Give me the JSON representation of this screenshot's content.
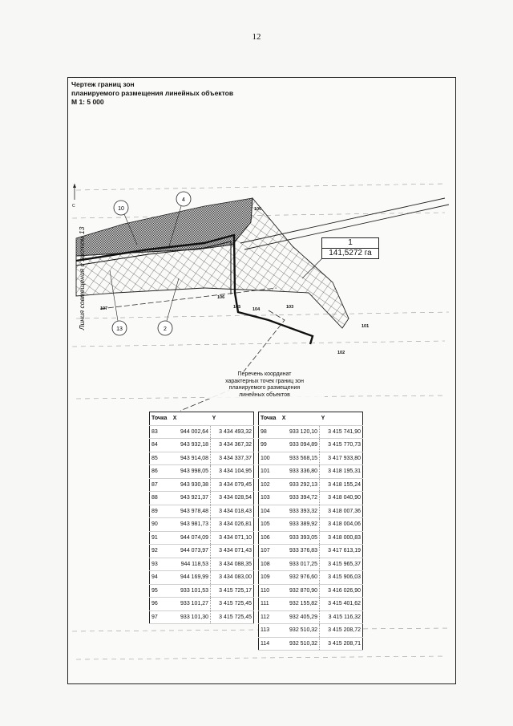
{
  "page_number": "12",
  "title": {
    "line1": "Чертеж границ зон",
    "line2": "планируемого размещения линейных объектов",
    "scale": "М 1: 5 000"
  },
  "side_caption": "Линия совмещения с листом 13",
  "north_arrow": "С",
  "callouts": {
    "c10": "10",
    "c4": "4",
    "c13": "13",
    "c2": "2"
  },
  "point_labels": {
    "p100": "100",
    "p101": "101",
    "p102": "102",
    "p103": "103",
    "p104": "104",
    "p105": "105",
    "p106": "106",
    "p107": "107"
  },
  "zone_label": {
    "number": "1",
    "area": "141,5272 га"
  },
  "list_caption": {
    "line1": "Перечень координат",
    "line2": "характерных точек границ зон",
    "line3": "планируемого размещения",
    "line4": "линейных объектов"
  },
  "table_headers": {
    "point": "Точка",
    "x": "X",
    "y": "Y"
  },
  "table_left": [
    [
      "83",
      "944 002,64",
      "3 434 493,32"
    ],
    [
      "84",
      "943 932,18",
      "3 434 367,32"
    ],
    [
      "85",
      "943 914,08",
      "3 434 337,37"
    ],
    [
      "86",
      "943 998,05",
      "3 434 104,95"
    ],
    [
      "87",
      "943 930,38",
      "3 434 079,45"
    ],
    [
      "88",
      "943 921,37",
      "3 434 028,54"
    ],
    [
      "89",
      "943 978,48",
      "3 434 018,43"
    ],
    [
      "90",
      "943 981,73",
      "3 434 026,81"
    ],
    [
      "91",
      "944 074,09",
      "3 434 071,10"
    ],
    [
      "92",
      "944 073,97",
      "3 434 071,43"
    ],
    [
      "93",
      "944 118,53",
      "3 434 088,35"
    ],
    [
      "94",
      "944 169,99",
      "3 434 083,00"
    ],
    [
      "95",
      "933 101,53",
      "3 415 725,17"
    ],
    [
      "96",
      "933 101,27",
      "3 415 725,45"
    ],
    [
      "97",
      "933 101,30",
      "3 415 725,45"
    ]
  ],
  "table_right": [
    [
      "98",
      "933 120,10",
      "3 415 741,90"
    ],
    [
      "99",
      "933 094,89",
      "3 415 770,73"
    ],
    [
      "100",
      "933 568,15",
      "3 417 933,80"
    ],
    [
      "101",
      "933 336,80",
      "3 418 195,31"
    ],
    [
      "102",
      "933 292,13",
      "3 418 155,24"
    ],
    [
      "103",
      "933 394,72",
      "3 418 040,90"
    ],
    [
      "104",
      "933 393,32",
      "3 418 007,36"
    ],
    [
      "105",
      "933 389,92",
      "3 418 004,06"
    ],
    [
      "106",
      "933 393,05",
      "3 418 000,83"
    ],
    [
      "107",
      "933 376,83",
      "3 417 613,19"
    ],
    [
      "108",
      "933 017,25",
      "3 415 965,37"
    ],
    [
      "109",
      "932 976,60",
      "3 415 906,03"
    ],
    [
      "110",
      "932 870,90",
      "3 416 026,90"
    ],
    [
      "111",
      "932 155,82",
      "3 415 401,62"
    ],
    [
      "112",
      "932 405,29",
      "3 415 116,32"
    ],
    [
      "113",
      "932 510,32",
      "3 415 208,72"
    ],
    [
      "114",
      "932 510,32",
      "3 415 208,71"
    ]
  ]
}
